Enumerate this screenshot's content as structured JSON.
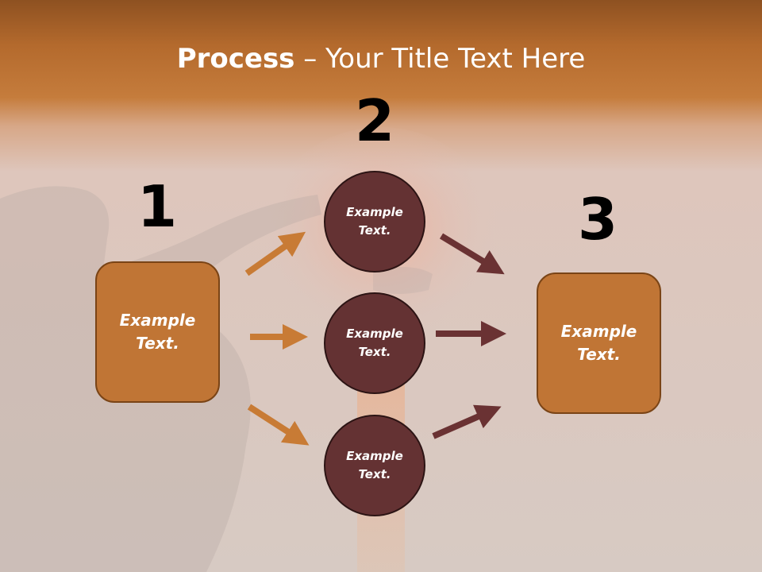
{
  "title": {
    "bold": "Process",
    "rest": " – Your Title Text Here"
  },
  "steps": [
    {
      "number": "1",
      "text_line1": "Example",
      "text_line2": "Text."
    },
    {
      "number": "2"
    },
    {
      "number": "3",
      "text_line1": "Example",
      "text_line2": "Text."
    }
  ],
  "circles": [
    {
      "text_line1": "Example",
      "text_line2": "Text."
    },
    {
      "text_line1": "Example",
      "text_line2": "Text."
    },
    {
      "text_line1": "Example",
      "text_line2": "Text."
    }
  ],
  "colors": {
    "banner": "#c07535",
    "box_fill": "#c07535",
    "circle_fill": "#643233",
    "arrow_left": "#c87b35",
    "arrow_right": "#6a3233"
  }
}
